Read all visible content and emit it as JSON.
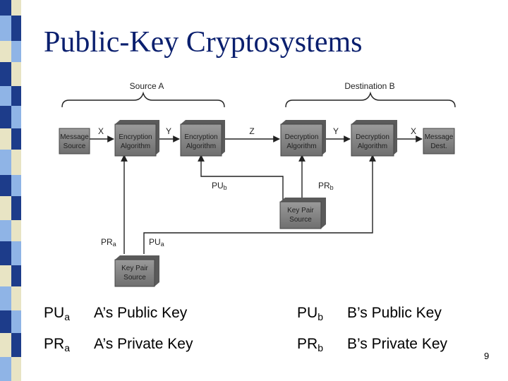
{
  "slide": {
    "title": "Public-Key Cryptosystems",
    "page_number": "9"
  },
  "diagram": {
    "source_label": "Source A",
    "destination_label": "Destination B",
    "boxes": {
      "message_source": [
        "Message",
        "Source"
      ],
      "encryption_1": [
        "Encryption",
        "Algorithm"
      ],
      "encryption_2": [
        "Encryption",
        "Algorithm"
      ],
      "decryption_1": [
        "Decryption",
        "Algorithm"
      ],
      "decryption_2": [
        "Decryption",
        "Algorithm"
      ],
      "message_dest": [
        "Message",
        "Dest."
      ],
      "keypair_b": [
        "Key Pair",
        "Source"
      ],
      "keypair_a": [
        "Key Pair",
        "Source"
      ]
    },
    "flow_labels": {
      "x1": "X",
      "y1": "Y",
      "z": "Z",
      "y2": "Y",
      "x2": "X"
    },
    "key_labels": {
      "pub": {
        "main": "PU",
        "sub": "b"
      },
      "prb": {
        "main": "PR",
        "sub": "b"
      },
      "pra": {
        "main": "PR",
        "sub": "a"
      },
      "pua": {
        "main": "PU",
        "sub": "a"
      }
    }
  },
  "legend": [
    {
      "key": "PU",
      "sub": "a",
      "desc": "A’s Public Key"
    },
    {
      "key": "PR",
      "sub": "a",
      "desc": "A’s Private Key"
    },
    {
      "key": "PU",
      "sub": "b",
      "desc": "B’s Public Key"
    },
    {
      "key": "PR",
      "sub": "b",
      "desc": "B’s Private Key"
    }
  ],
  "colors": {
    "title": "#0a1f6e",
    "box_fill": "#7a7a7a",
    "strip_dark": "#1d3c8a",
    "strip_light": "#8fb4e6",
    "strip_cream": "#e8e4c4"
  }
}
